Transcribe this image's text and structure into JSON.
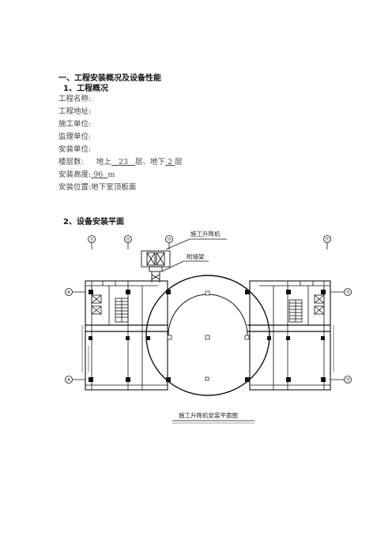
{
  "section1": {
    "heading": "一、工程安装概况及设备性能",
    "subheading": "1、工程概况",
    "fields": {
      "name_label": "工程名称:",
      "address_label": "工程地址:",
      "contractor_label": "施工单位:",
      "supervisor_label": "监理单位:",
      "installer_label": "安装单位:",
      "floors_label": "楼层数:",
      "above_label": "地上",
      "floors_above": "23",
      "floor_unit_1": "层、地下",
      "floors_below": "2",
      "floor_unit_2": "层",
      "height_label": "安装高度:",
      "height_value": "96",
      "height_unit": "m",
      "position_label": "安装位置:",
      "position_value": "地下室顶板面"
    }
  },
  "section2": {
    "heading": "2、设备安装平面",
    "labels": {
      "hoist": "施工升降机",
      "wall_tie": "附墙架",
      "caption": "施工升降机安装平面图"
    },
    "axes": {
      "top": [
        "⑪",
        "⑫",
        "⑬",
        "⑰"
      ],
      "left": [
        "⑥",
        "⑥"
      ],
      "right": [
        "⑬",
        "⑬"
      ]
    }
  }
}
